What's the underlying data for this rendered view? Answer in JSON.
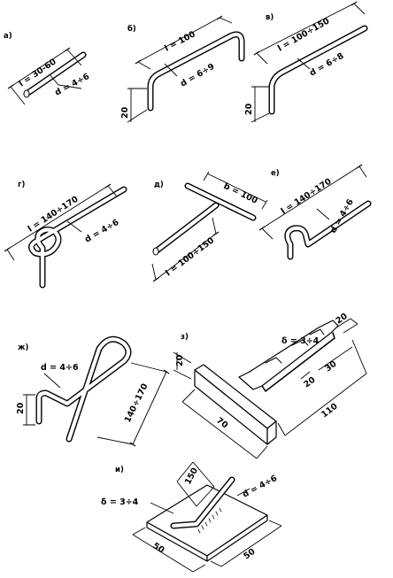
{
  "figures": {
    "a": {
      "caption": "а)",
      "len": "l = 30-60",
      "dia": "d = 4÷6"
    },
    "b": {
      "caption": "б)",
      "len": "l = 100",
      "dia": "d = 6÷9",
      "h": "20"
    },
    "c": {
      "caption": "в)",
      "len": "l = 100÷150",
      "dia": "d = 6÷8",
      "h": "20"
    },
    "d": {
      "caption": "г)",
      "len": "l = 140÷170",
      "dia": "d = 4÷6"
    },
    "e": {
      "caption": "д)",
      "top": "b = 100",
      "len": "l = 100÷150"
    },
    "f": {
      "caption": "е)",
      "len": "l = 140÷170",
      "dia": "d = 4÷6"
    },
    "g": {
      "caption": "ж)",
      "dia": "d = 4÷6",
      "h": "20",
      "len": "140÷170"
    },
    "h": {
      "caption": "з)",
      "thk": "δ = 3÷4",
      "h": "20",
      "t1": "20",
      "t2": "20",
      "t3": "30",
      "w": "70",
      "l": "110"
    },
    "i": {
      "caption": "и)",
      "thk": "δ = 3÷4",
      "h": "150",
      "dia": "d = 4÷6",
      "w1": "50",
      "w2": "50"
    }
  }
}
